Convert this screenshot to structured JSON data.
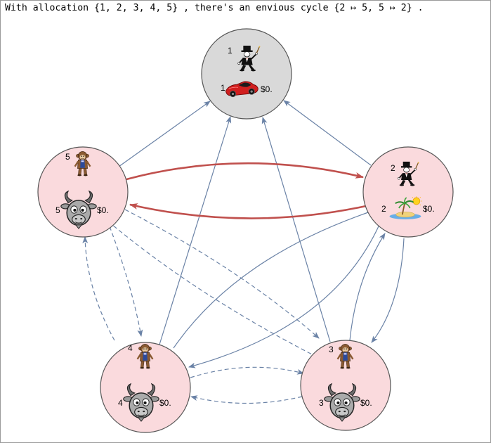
{
  "header": {
    "prefix": "With allocation",
    "allocation": "{1, 2, 3, 4, 5}",
    "middle": ", there's an envious cycle",
    "cycle": "{2 ↦ 5, 5 ↦ 2}",
    "suffix": "."
  },
  "nodes": [
    {
      "id": "1",
      "agent_label": "1",
      "item_label": "1",
      "money": "$0.",
      "agent_icon": "monopoly-man-icon",
      "item_icon": "red-car-icon",
      "fill": "#d9d9d9"
    },
    {
      "id": "2",
      "agent_label": "2",
      "item_label": "2",
      "money": "$0.",
      "agent_icon": "monopoly-man-icon",
      "item_icon": "island-icon",
      "fill": "#fadadd"
    },
    {
      "id": "3",
      "agent_label": "3",
      "item_label": "3",
      "money": "$0.",
      "agent_icon": "monkey-icon",
      "item_icon": "goat-icon",
      "fill": "#fadadd"
    },
    {
      "id": "4",
      "agent_label": "4",
      "item_label": "4",
      "money": "$0.",
      "agent_icon": "monkey-icon",
      "item_icon": "goat-icon",
      "fill": "#fadadd"
    },
    {
      "id": "5",
      "agent_label": "5",
      "item_label": "5",
      "money": "$0.",
      "agent_icon": "monkey-icon",
      "item_icon": "goat-icon",
      "fill": "#fadadd"
    }
  ],
  "edge_colors": {
    "normal": "#6a82a6",
    "cycle": "#c0504d"
  }
}
